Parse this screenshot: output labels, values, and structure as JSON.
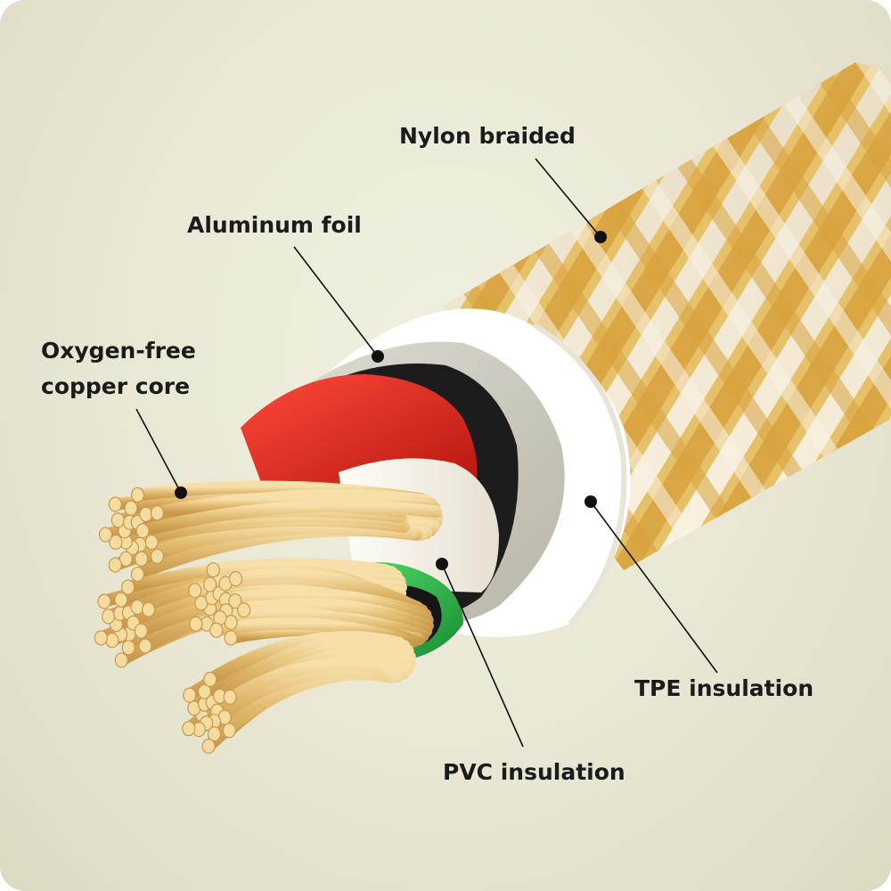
{
  "labels": {
    "nylon_braided": "Nylon braided",
    "aluminum_foil": "Aluminum foil",
    "copper_core_line1": "Oxygen-free",
    "copper_core_line2": "copper core",
    "tpe_insulation": "TPE insulation",
    "pvc_insulation": "PVC insulation"
  },
  "colors": {
    "background": "#ece9d6",
    "braid_gold": "#e2b24f",
    "braid_white": "#f7f3ea",
    "tpe_white": "#ffffff",
    "aluminum_grey": "#cfccc1",
    "wire_red": "#e3241c",
    "wire_white": "#f6f6f6",
    "wire_green": "#2fbf4a",
    "copper": "#e9c789",
    "leader_line": "#111111"
  }
}
